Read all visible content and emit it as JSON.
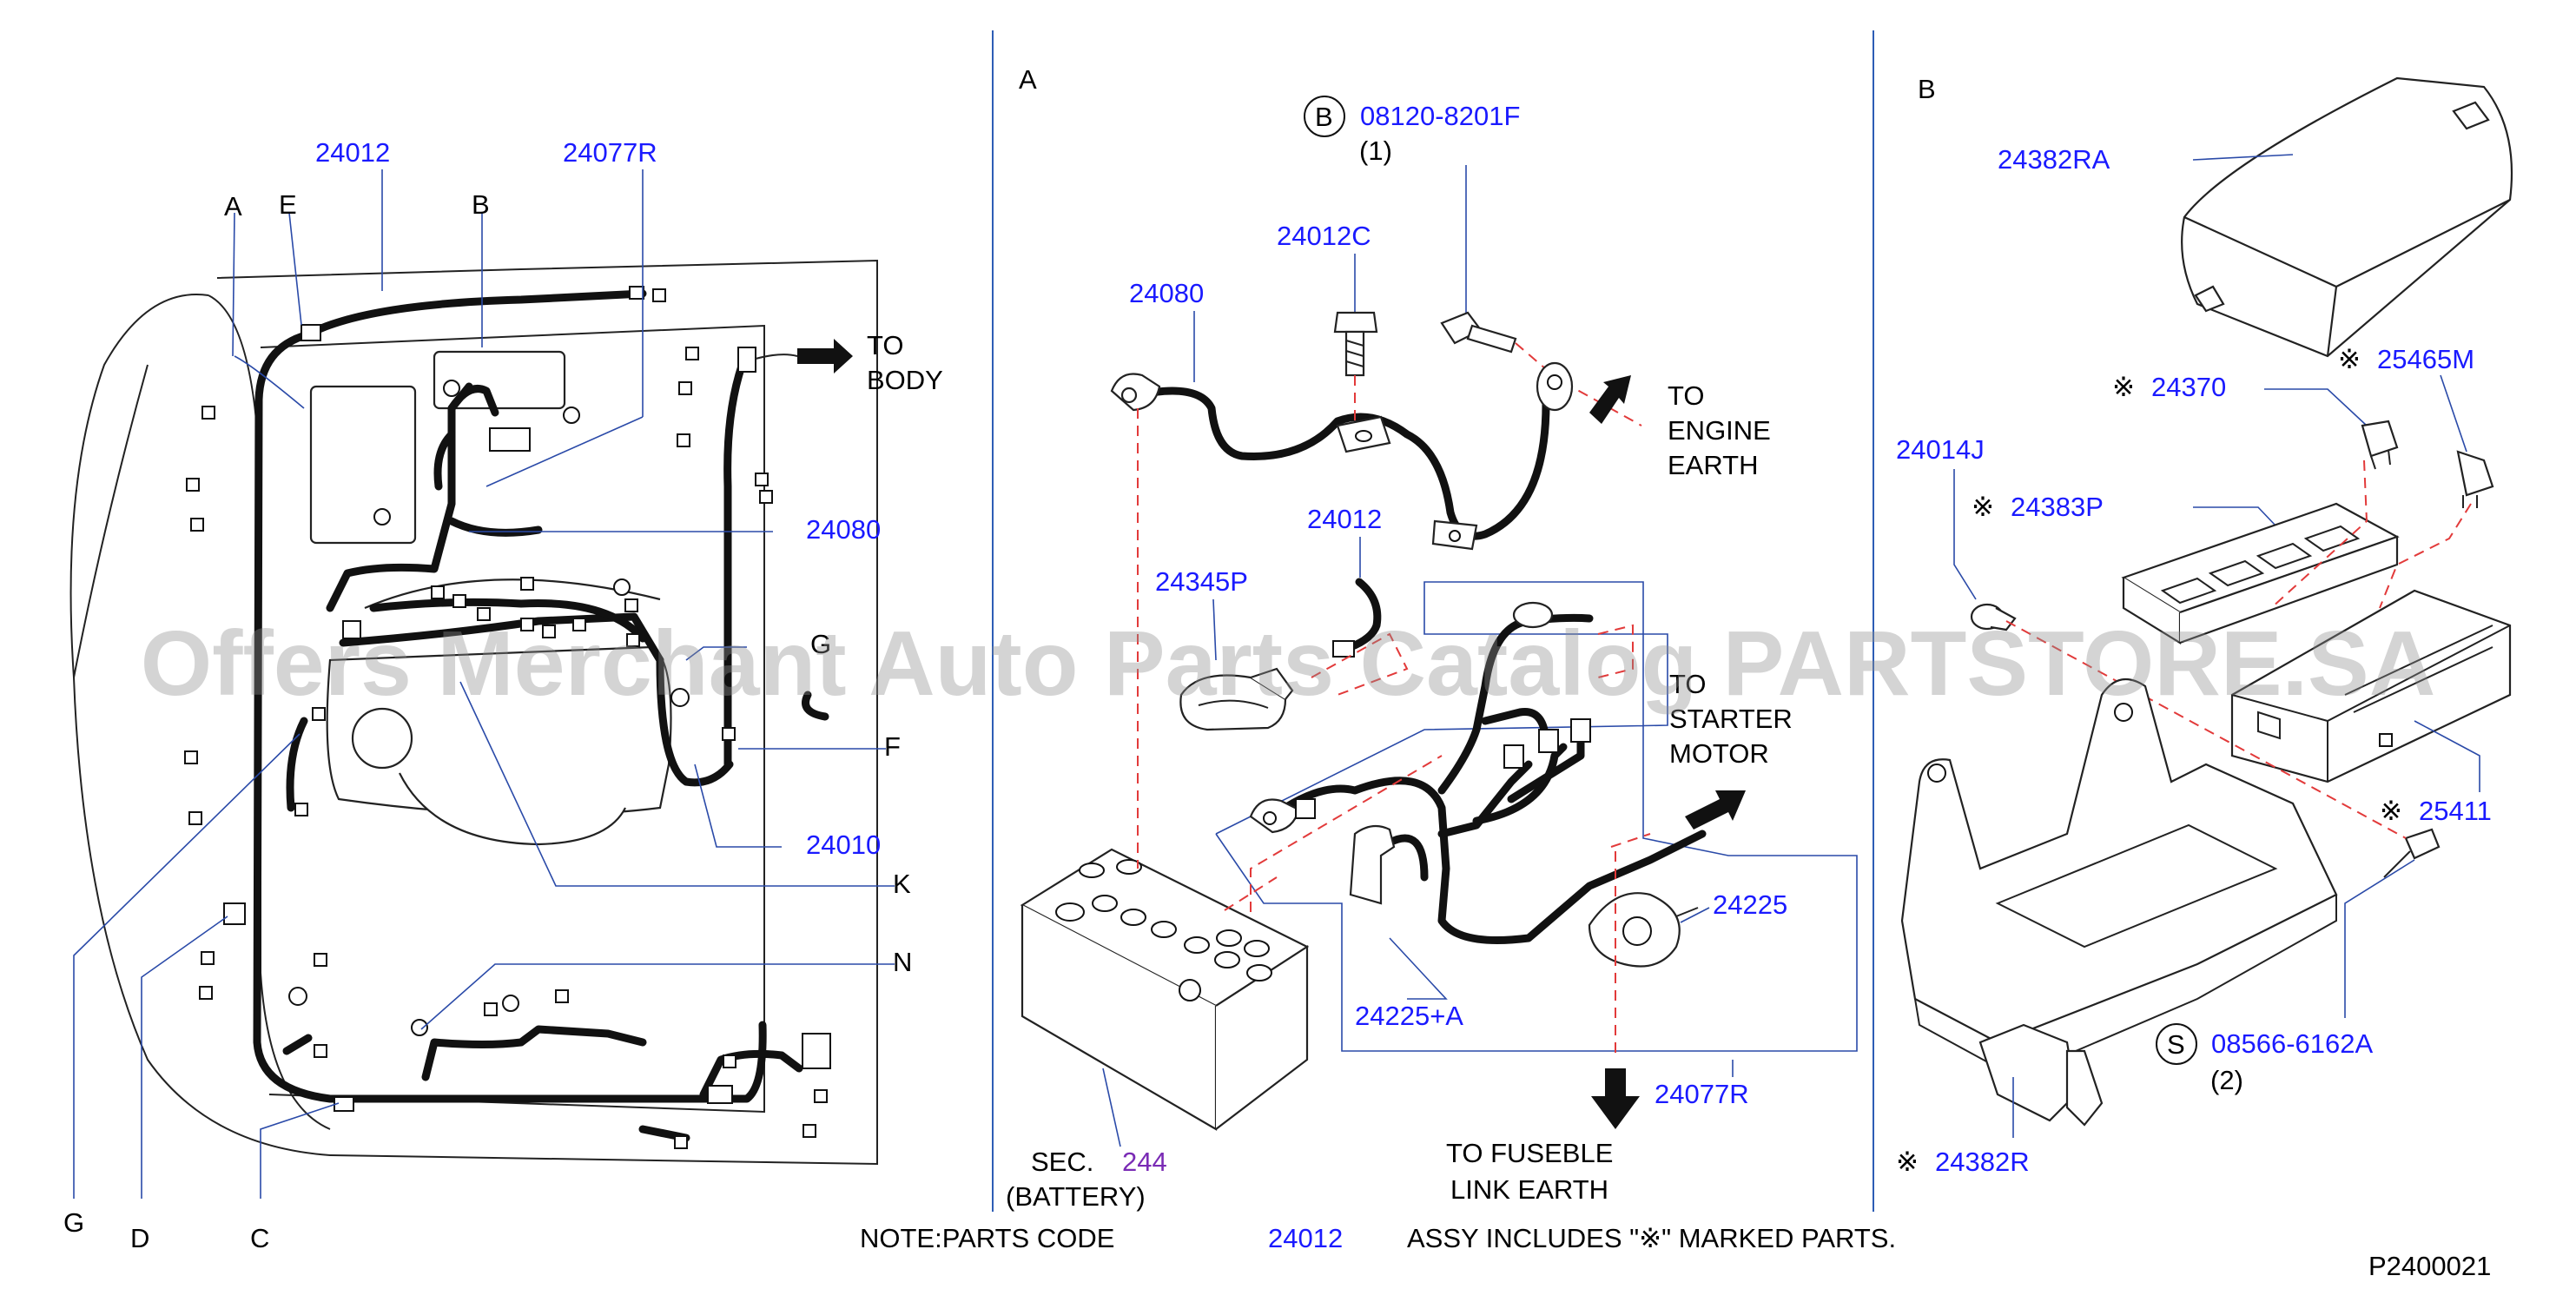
{
  "watermark": "Offers Merchant Auto Parts Catalog PARTSTORE.SA",
  "diagram_code": "P2400021",
  "note": {
    "prefix": "NOTE:PARTS   CODE",
    "code": "24012",
    "suffix": "ASSY   INCLUDES   \"※\"   MARKED   PARTS."
  },
  "panel_main": {
    "letters": {
      "A": "A",
      "E": "E",
      "B": "B",
      "G_right": "G",
      "F": "F",
      "K": "K",
      "N": "N",
      "G_bottom": "G",
      "D": "D",
      "C": "C"
    },
    "parts": {
      "p24012": "24012",
      "p24077R": "24077R",
      "p24080": "24080",
      "p24010": "24010"
    },
    "to_body": [
      "TO",
      "BODY"
    ]
  },
  "panel_a": {
    "header": "A",
    "bolt_symbol": "B",
    "bolt_part": "08120-8201F",
    "bolt_qty": "(1)",
    "p24012C": "24012C",
    "p24080": "24080",
    "p24012": "24012",
    "p24345P": "24345P",
    "p24225": "24225",
    "p24225A": "24225+A",
    "p24077R": "24077R",
    "battery_sec_prefix": "SEC.",
    "battery_sec_num": "244",
    "battery_label": "(BATTERY)",
    "to_engine_earth": [
      "TO",
      "ENGINE",
      "EARTH"
    ],
    "to_starter_motor": [
      "TO",
      "STARTER",
      "MOTOR"
    ],
    "to_fusible_link_earth": [
      "TO  FUSEBLE",
      "LINK  EARTH"
    ]
  },
  "panel_b": {
    "header": "B",
    "mark": "※",
    "p24382RA": "24382RA",
    "p25465M": "25465M",
    "p24370": "24370",
    "p24014J": "24014J",
    "p24383P": "24383P",
    "p25411": "25411",
    "screw_symbol": "S",
    "screw_part": "08566-6162A",
    "screw_qty": "(2)",
    "p24382R": "24382R"
  },
  "colors": {
    "part_number": "#1a1aff",
    "section_ref": "#7a2bb5",
    "divider": "#2d5db5",
    "leader": "#2a4aa8",
    "earth_dash": "#e23a3a"
  }
}
